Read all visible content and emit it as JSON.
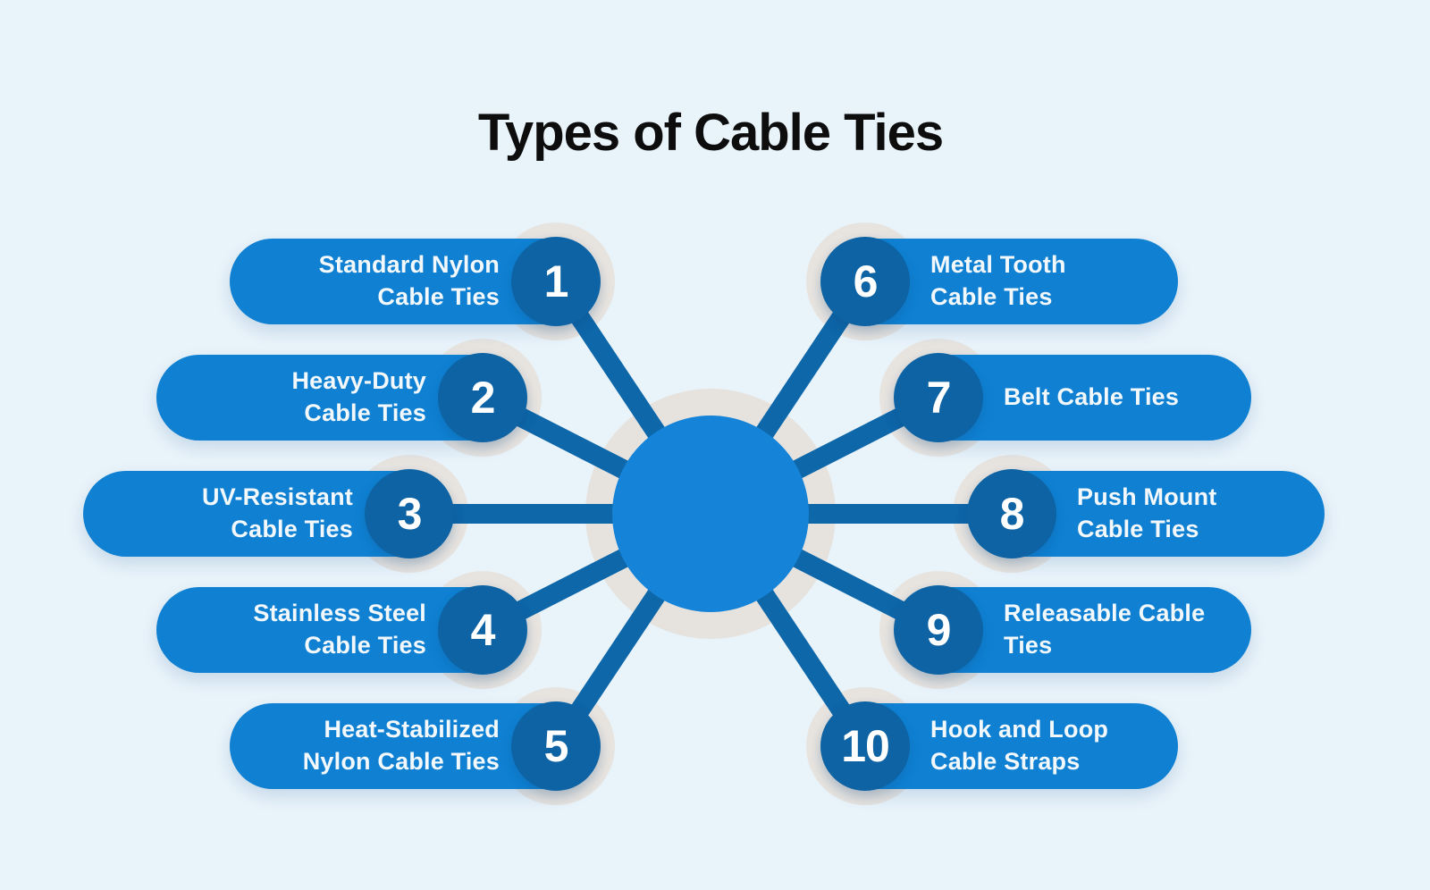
{
  "title": "Types of Cable Ties",
  "colors": {
    "background": "#e9f3fa",
    "pill_blue": "#0f80d2",
    "badge_blue": "#0d63a3",
    "hub_blue": "#1583d8",
    "connector_blue": "#0e67a9",
    "halo_gray": "#e7e4e0",
    "text_white": "#f2f8fc",
    "title_black": "#0d0d0d"
  },
  "items": [
    {
      "number": "1",
      "label": "Standard Nylon\nCable Ties"
    },
    {
      "number": "2",
      "label": "Heavy-Duty\nCable Ties"
    },
    {
      "number": "3",
      "label": "UV-Resistant\nCable Ties"
    },
    {
      "number": "4",
      "label": "Stainless Steel\nCable Ties"
    },
    {
      "number": "5",
      "label": "Heat-Stabilized\nNylon Cable Ties"
    },
    {
      "number": "6",
      "label": "Metal Tooth\nCable Ties"
    },
    {
      "number": "7",
      "label": "Belt Cable Ties"
    },
    {
      "number": "8",
      "label": "Push Mount\nCable Ties"
    },
    {
      "number": "9",
      "label": "Releasable Cable Ties"
    },
    {
      "number": "10",
      "label": "Hook and Loop\nCable Straps"
    }
  ]
}
